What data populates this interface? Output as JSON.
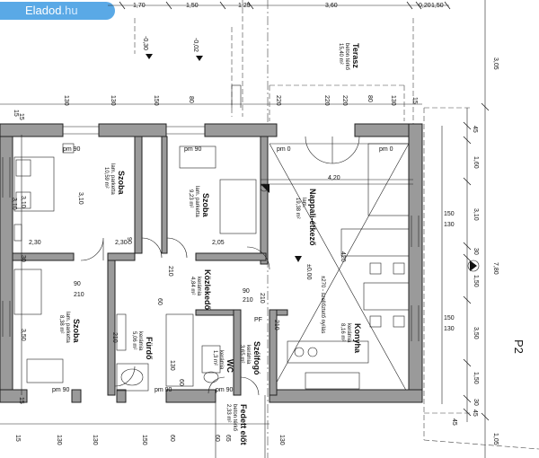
{
  "watermark": {
    "brand": "Eladod",
    "tld": ".hu"
  },
  "rooms": {
    "terasz": {
      "name": "Terasz",
      "material": "beton térkő",
      "area": "15,40 m²"
    },
    "szoba1": {
      "name": "Szoba",
      "material": "lam. parketta",
      "area": "10,59 m²"
    },
    "szoba2": {
      "name": "Szoba",
      "material": "lam. parketta",
      "area": "9,23 m²"
    },
    "nappali": {
      "name": "Nappali-étkező",
      "material": "lam.",
      "area": "19,38 m²"
    },
    "kozlekedo": {
      "name": "Közlekedő",
      "material": "kerámia",
      "area": "4,84 m²"
    },
    "szoba3": {
      "name": "Szoba",
      "material": "lam. parketta",
      "area": "8,38 m²"
    },
    "furdo": {
      "name": "Fürdő",
      "material": "kerámia",
      "area": "5,06 m²"
    },
    "wc": {
      "name": "WC",
      "material": "kerámia",
      "area": "1,3 m²"
    },
    "szelfogo": {
      "name": "Szélfogó",
      "material": "kerámia",
      "area": "3,65 m²"
    },
    "konyha": {
      "name": "Konyha",
      "material": "kerámia",
      "area": "8,16 m²"
    },
    "fedett": {
      "name": "Fedett előt",
      "material": "beton térkő",
      "area": "2,33 m²"
    }
  },
  "labels": {
    "pm90a": "pm 90",
    "pm90b": "pm 90",
    "pm0a": "pm 0",
    "pm0b": "pm 0",
    "pm90c": "pm 90",
    "pm90d": "pm 90",
    "pm90e": "pm 90",
    "p2": "P2",
    "pf": "PF",
    "level": "±0.00",
    "note": "±270 - szellőztető nyílás",
    "lvl1": "-0,30",
    "lvl2": "-0,02"
  },
  "dims": {
    "top": [
      "1,70",
      "1,50",
      "1,25",
      "3,60",
      "0,20",
      "1,50"
    ],
    "top_row2": [
      "15",
      "130",
      "130",
      "150",
      "80",
      "220",
      "220",
      "220",
      "80",
      "130",
      "15"
    ],
    "right_outer": [
      "3,05",
      "7,80",
      "1,05"
    ],
    "right_inner": [
      "45",
      "1,60",
      "3,10",
      "30",
      "1,50",
      "3,50",
      "1,50",
      "30",
      "45"
    ],
    "right_row2": [
      "150",
      "130",
      "150",
      "130"
    ],
    "bottom": [
      "15",
      "130",
      "130",
      "150",
      "60",
      "60",
      "65",
      "130",
      "45"
    ],
    "left": [
      "15",
      "3,10",
      "30",
      "3,50",
      "15"
    ],
    "inner": [
      "3,10",
      "2,30",
      "2,05",
      "90",
      "210",
      "90",
      "210",
      "4,20",
      "3,10",
      "2,30",
      "210",
      "60",
      "210",
      "130",
      "210",
      "420",
      "210",
      "60",
      "90"
    ]
  }
}
